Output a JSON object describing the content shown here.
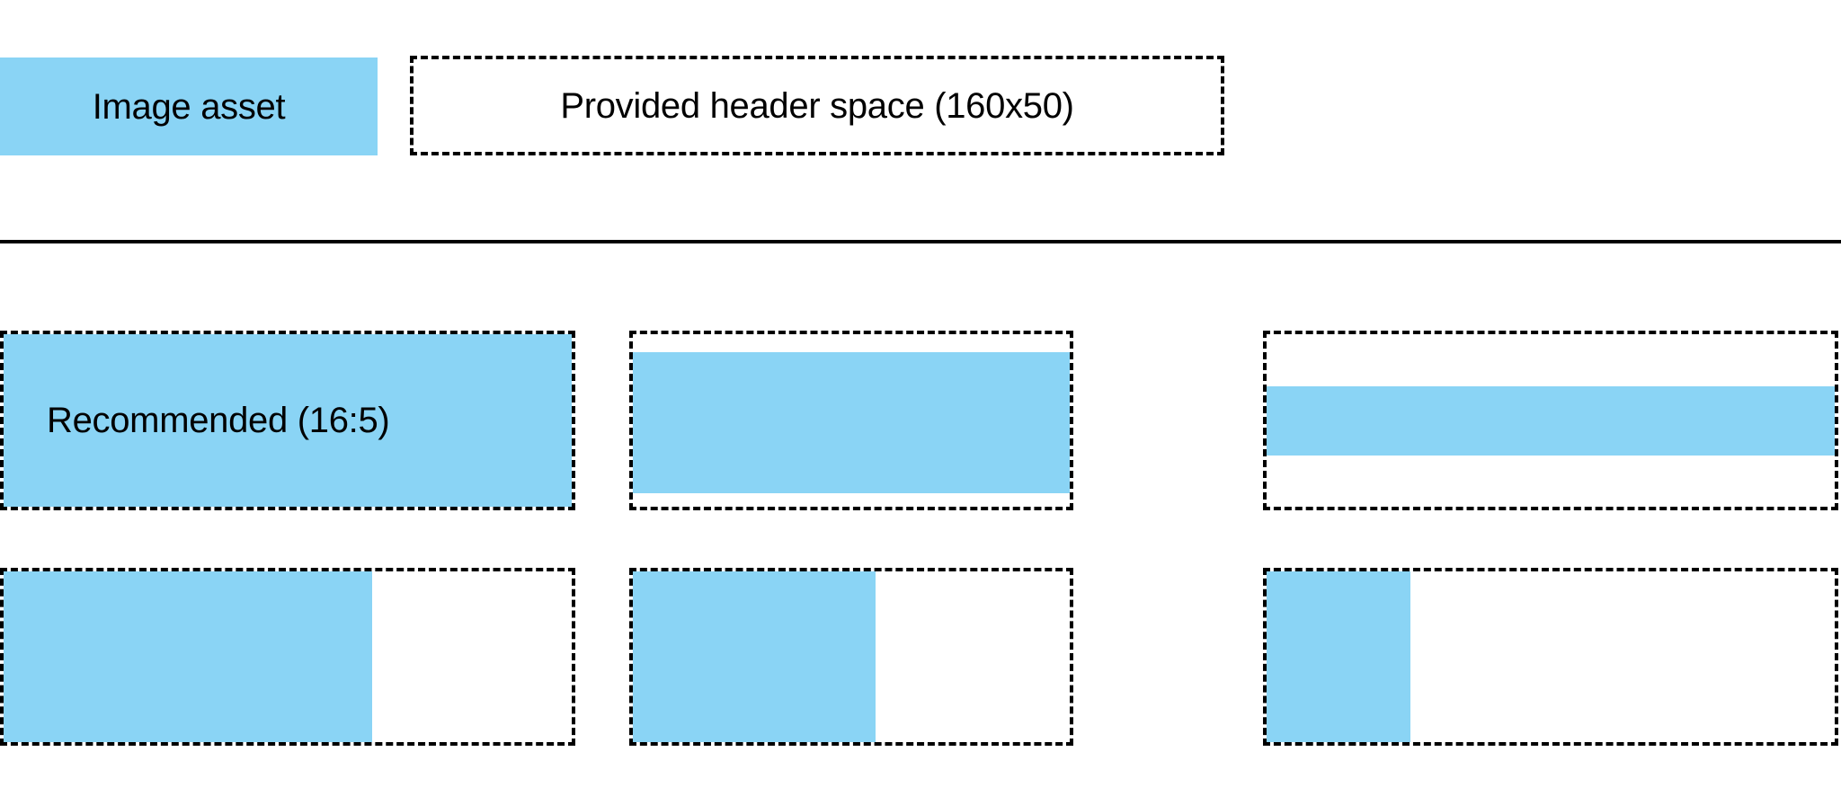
{
  "colors": {
    "accent_blue": "#8ad4f5",
    "stroke_black": "#000000",
    "background": "#ffffff"
  },
  "header": {
    "swatch_label": "Image asset",
    "space_label": "Provided header space (160x50)"
  },
  "grid": {
    "recommended_label": "Recommended (16:5)",
    "rows": [
      {
        "cells": [
          {
            "label": "Recommended (16:5)",
            "fill": "full"
          },
          {
            "label": "",
            "fill": "full-width-short-height"
          },
          {
            "label": "",
            "fill": "full-width-thin-band"
          }
        ]
      },
      {
        "cells": [
          {
            "label": "",
            "fill": "partial-width-full-height-wide"
          },
          {
            "label": "",
            "fill": "partial-width-full-height-medium"
          },
          {
            "label": "",
            "fill": "partial-width-full-height-narrow"
          }
        ]
      }
    ]
  }
}
